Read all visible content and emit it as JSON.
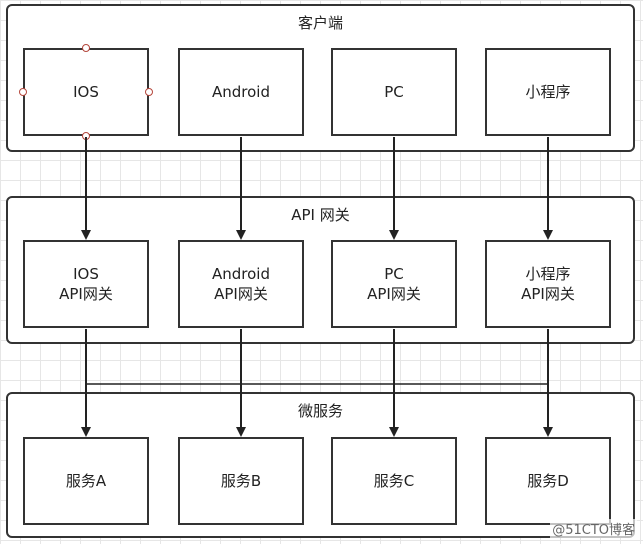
{
  "groups": {
    "client": {
      "title": "客户端"
    },
    "gateway": {
      "title": "API 网关"
    },
    "services": {
      "title": "微服务"
    }
  },
  "clients": [
    "IOS",
    "Android",
    "PC",
    "小程序"
  ],
  "gateways": [
    {
      "line1": "IOS",
      "line2": "API网关"
    },
    {
      "line1": "Android",
      "line2": "API网关"
    },
    {
      "line1": "PC",
      "line2": "API网关"
    },
    {
      "line1": "小程序",
      "line2": "API网关"
    }
  ],
  "services": [
    "服务A",
    "服务B",
    "服务C",
    "服务D"
  ],
  "edges": [
    {
      "from": "IOS",
      "to": "IOS API网关"
    },
    {
      "from": "Android",
      "to": "Android API网关"
    },
    {
      "from": "PC",
      "to": "PC API网关"
    },
    {
      "from": "小程序",
      "to": "小程序 API网关"
    },
    {
      "from": "IOS API网关",
      "to": "服务A"
    },
    {
      "from": "Android API网关",
      "to": "服务B"
    },
    {
      "from": "PC API网关",
      "to": "服务C"
    },
    {
      "from": "小程序 API网关",
      "to": "服务D"
    }
  ],
  "watermark": "@51CTO博客"
}
